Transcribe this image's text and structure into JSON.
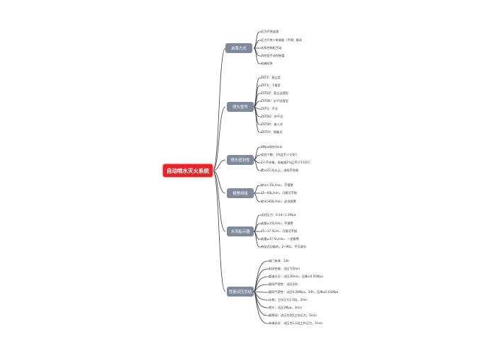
{
  "root": {
    "label": "自动喷水灭火系统"
  },
  "branches": [
    {
      "label": "启泵方式",
      "items": [
        "压力开关连锁",
        "压力开关+排放器（手柄）联动",
        "水泵控制柜手动",
        "消控室手动控制盘",
        "机械应急"
      ]
    },
    {
      "label": "喷头型号",
      "items": [
        "ZSTZ：直立型",
        "ZSTX：下垂型",
        "ZSTBZ：直立边墙型",
        "ZSTBS：水平边墙型",
        "ZSTG：干式",
        "ZSTDG：齐平式",
        "ZSTDR：嵌入式",
        "ZSTDY：隐蔽式"
      ]
    },
    {
      "label": "喷头密封性",
      "items": [
        "3Mpa保持3min",
        "实验个数：1%且不少于5只",
        "1只不合格，再抽查2%且不少于10只",
        "累计2只及以上，该批不合格"
      ]
    },
    {
      "label": "报警阀组",
      "items": [
        "除水<15L/min，不报警",
        "15~60L/min，可报可不报",
        "除水>60L/min，必须报警"
      ]
    },
    {
      "label": "水流指示器",
      "items": [
        "试验压力：0.14~1.2Mpa",
        "流量≤15L/min，不报警",
        "15~37.5L/m，可报可不报",
        "流量≥37.5L/min，一定报警",
        "带延迟功能的，2~90s，不可调节"
      ]
    },
    {
      "label": "性能试压总结",
      "items": [
        "阀门本体：24h",
        "封闭性能：试压下5min",
        "管道水压：试压30min，压降≤0.05Mpa",
        "管网严密性：试压24h",
        "管网气密性：试压0.28Mpa，24h，压降≤0.01Mpa",
        "水枪：工作压力2.5倍，2min",
        "喷头：试压3Mpa，3min",
        "报警阀：试压为2倍工作压力，5min",
        "末端试水：试压为1.1倍工作压力，5min"
      ]
    }
  ]
}
